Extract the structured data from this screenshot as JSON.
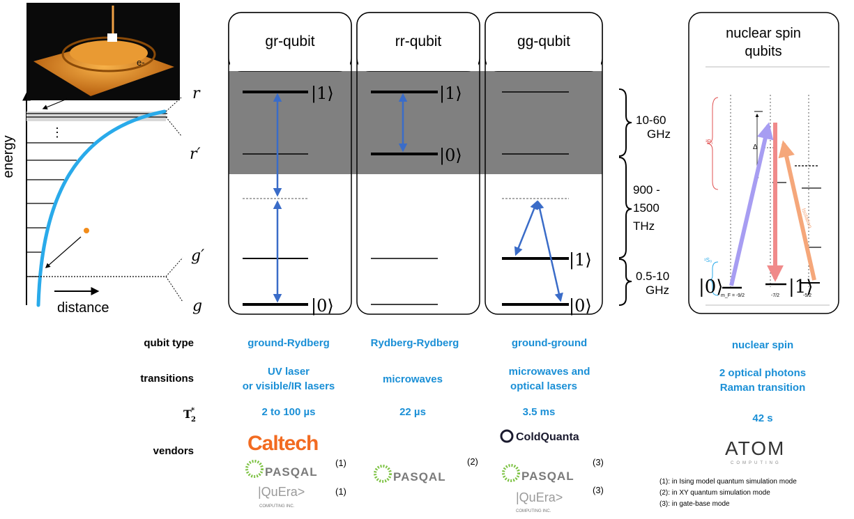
{
  "diagram": {
    "left_panel": {
      "axis_y_label": "energy",
      "axis_x_label": "distance",
      "ellipsis": "⋮",
      "electron_label": "e-",
      "level_labels": {
        "r": "r",
        "r_prime": "r′",
        "g_prime": "g′",
        "g": "g"
      }
    },
    "columns": [
      {
        "title": "gr-qubit",
        "ket_1": "|1⟩",
        "ket_0": "|0⟩"
      },
      {
        "title": "rr-qubit",
        "ket_1": "|1⟩",
        "ket_0": "|0⟩"
      },
      {
        "title": "gg-qubit",
        "ket_1": "|1⟩",
        "ket_0": "|0⟩"
      }
    ],
    "brackets": [
      {
        "line1": "10-60",
        "line2": "GHz"
      },
      {
        "line1": "900 -",
        "line2": "1500",
        "line3": "THz"
      },
      {
        "line1": "0.5-10",
        "line2": "GHz"
      }
    ],
    "nuclear_panel": {
      "title_line1": "nuclear spin",
      "title_line2": "qubits",
      "ket_0": "|0⟩",
      "ket_1": "|1⟩",
      "mf_labels": [
        "m_F = -9/2",
        "-7/2",
        "-5/2"
      ],
      "state_3p1": "³P₁",
      "state_1s0": "¹S₀",
      "delta": "Δ",
      "arrow_label": "Isolation"
    },
    "table": {
      "row_labels": {
        "qubit_type": "qubit type",
        "transitions": "transitions",
        "t2": "T",
        "t2_sup": "*",
        "t2_sub": "2",
        "vendors": "vendors"
      },
      "qubit_type": [
        "ground-Rydberg",
        "Rydberg-Rydberg",
        "ground-ground",
        "nuclear spin"
      ],
      "transitions": [
        [
          "UV laser",
          "or visible/IR lasers"
        ],
        [
          "microwaves"
        ],
        [
          "microwaves and",
          "optical lasers"
        ],
        [
          "2 optical photons",
          "Raman transition"
        ]
      ],
      "t2_values": [
        "2 to 100 µs",
        "22 µs",
        "3.5 ms",
        "42 s"
      ]
    },
    "vendors": {
      "caltech": "Caltech",
      "coldquanta": "ColdQuanta",
      "pasqal": "PASQAL",
      "quera": "|QuEra>",
      "quera_sub": "COMPUTING INC.",
      "atom": "ATOM",
      "atom_sub": "COMPUTING",
      "ref_1": "(1)",
      "ref_2": "(2)",
      "ref_3": "(3)"
    },
    "footnotes": [
      "(1): in Ising model quantum simulation mode",
      "(2): in XY quantum simulation mode",
      "(3): in gate-base mode"
    ],
    "colors": {
      "accent_blue": "#1a8fd6",
      "arrow_blue": "#3a6cc8",
      "curve_blue": "#29aaea",
      "band_gray": "#808080",
      "caltech_orange": "#f26b21",
      "pasqal_green": "#7cc242",
      "violet_arrow": "#a79df2",
      "peach_arrow": "#f5a77a",
      "pink_arrow": "#f08a8a"
    }
  }
}
